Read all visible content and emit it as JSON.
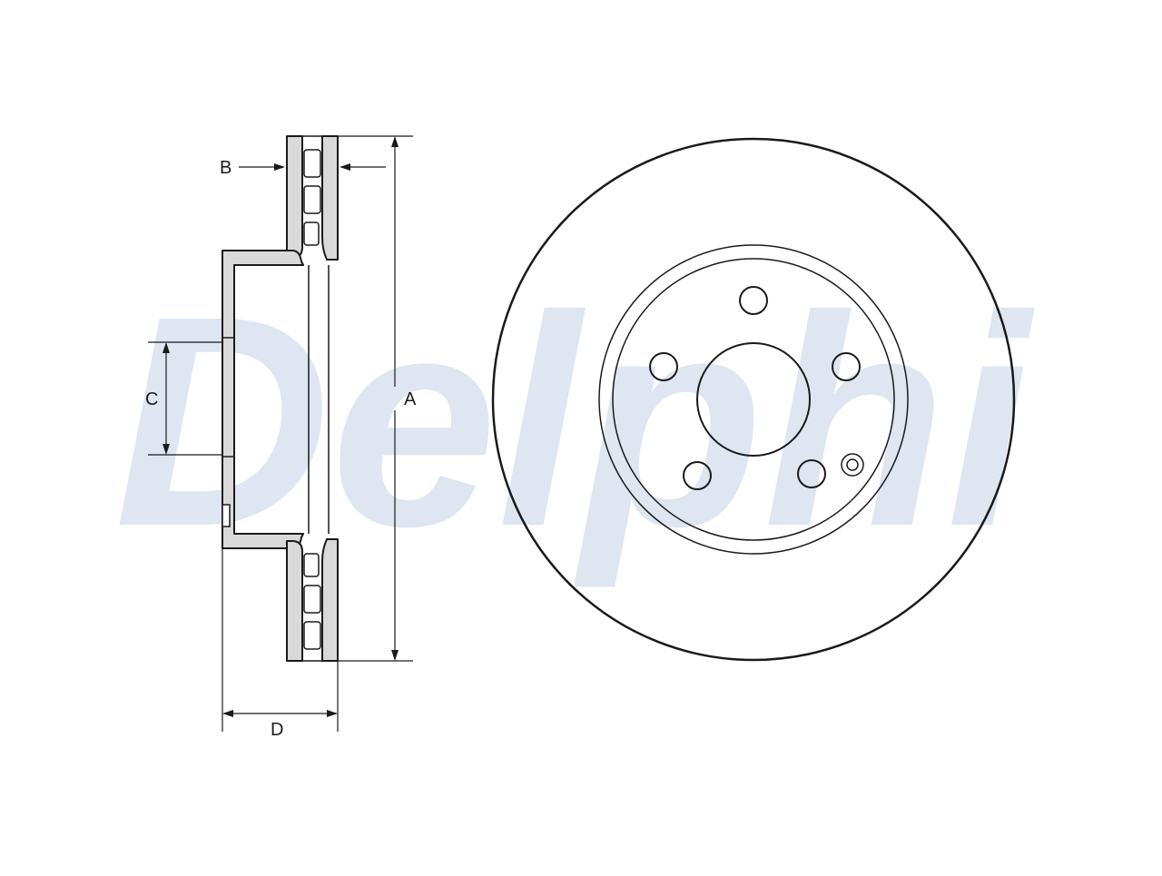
{
  "watermark": {
    "text": "Delphi",
    "color": "#dde6f1"
  },
  "line_color": "#1a1a1a",
  "section_fill": "#d9d9d9",
  "dimensions": {
    "a": "A",
    "b": "B",
    "c": "C",
    "d": "D"
  },
  "front_view": {
    "bolt_holes": 5
  }
}
